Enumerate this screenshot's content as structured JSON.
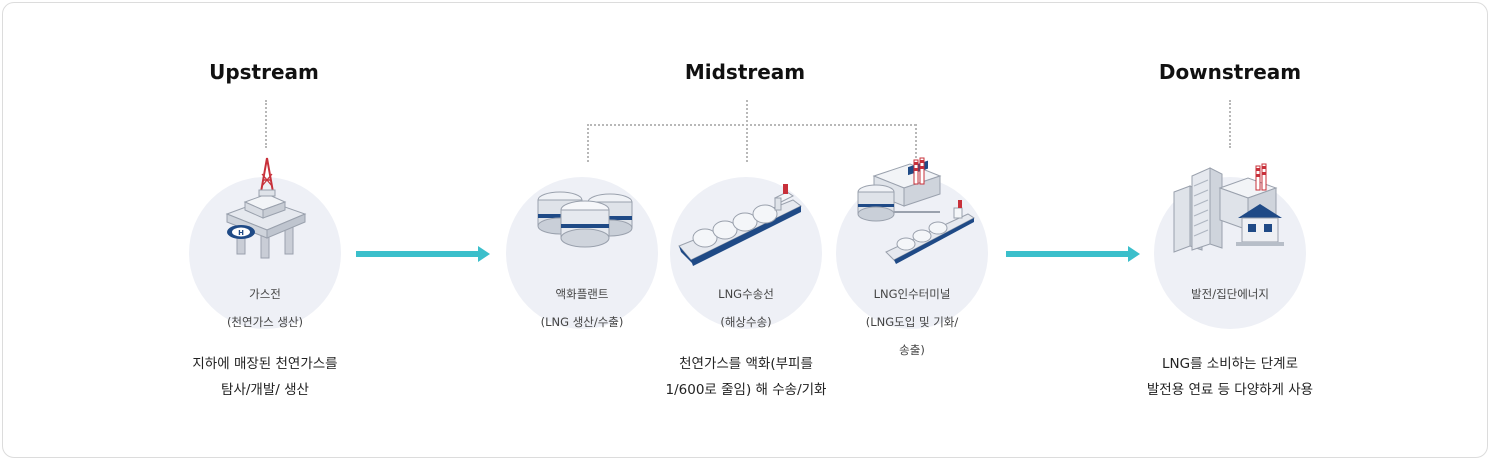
{
  "sections": {
    "upstream": {
      "title": "Upstream",
      "desc_line1": "지하에 매장된 천연가스를",
      "desc_line2": "탐사/개발/ 생산"
    },
    "midstream": {
      "title": "Midstream",
      "desc_line1": "천연가스를 액화(부피를",
      "desc_line2": "1/600로 줄임) 해 수송/기화"
    },
    "downstream": {
      "title": "Downstream",
      "desc_line1": "LNG를 소비하는 단계로",
      "desc_line2": "발전용 연료 등 다양하게 사용"
    }
  },
  "nodes": {
    "gas_field": {
      "line1": "가스전",
      "line2": "(천연가스 생산)"
    },
    "liquefaction": {
      "line1": "액화플랜트",
      "line2": "(LNG 생산/수출)"
    },
    "carrier": {
      "line1": "LNG수송선",
      "line2": "(해상수송)"
    },
    "terminal": {
      "line1": "LNG인수터미널",
      "line2": "(LNG도입 및 기화/",
      "line3": "송출)"
    },
    "power": {
      "line1": "발전/집단에너지"
    }
  },
  "colors": {
    "arrow": "#3bbfcb",
    "circle_bg": "#eef0f6",
    "accent_red": "#c8303a",
    "accent_navy": "#1f4a86"
  }
}
